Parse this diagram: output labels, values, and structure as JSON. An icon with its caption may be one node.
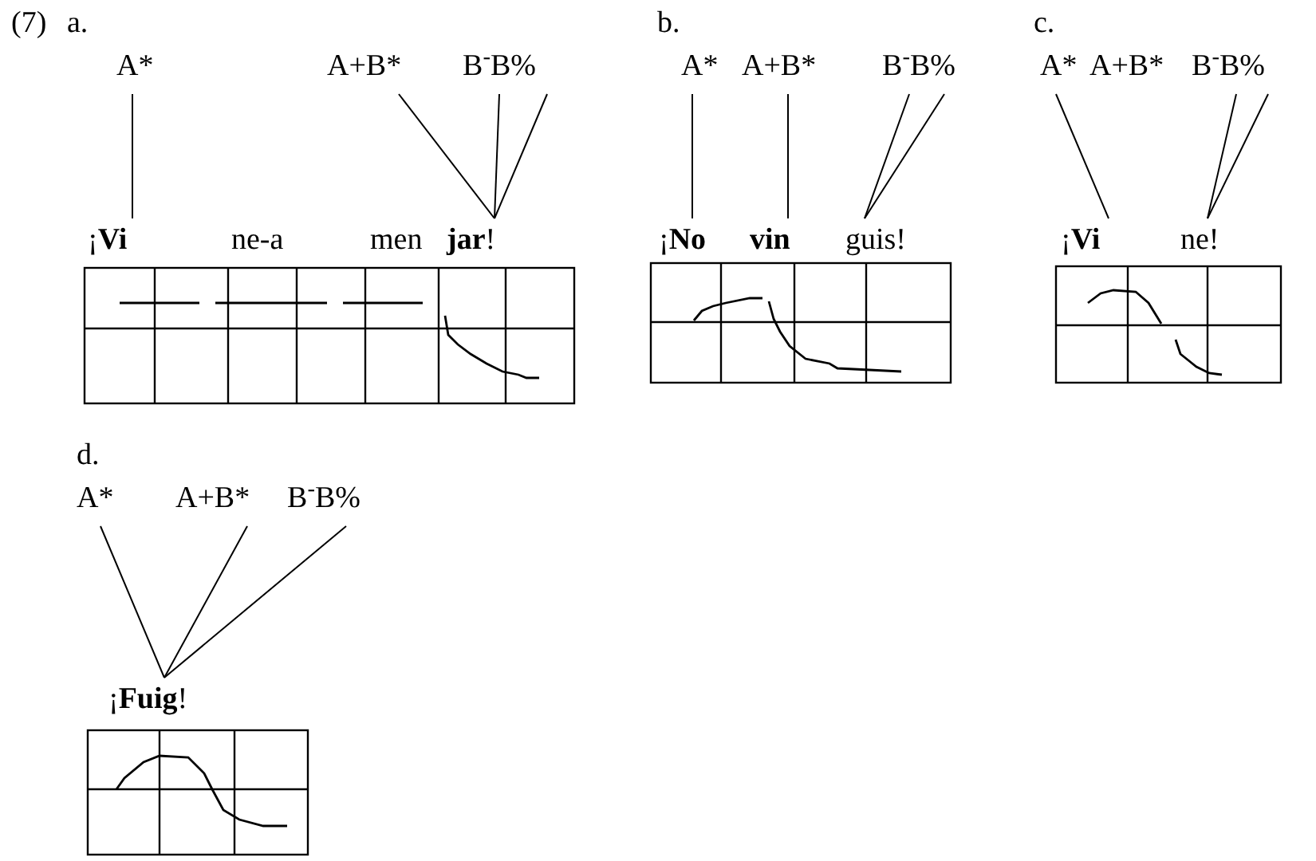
{
  "diagram": {
    "nodes": [
      {
        "text": [
          "A*"
        ]
      },
      {
        "text": [
          "A+B*"
        ]
      },
      {
        "text": [
          "B$^{-}$B%"
        ]
      },
      {
        "text": [
          "¡**Vi**"
        ]
      },
      {
        "text": [
          "ne-a"
        ]
      },
      {
        "text": [
          "men"
        ]
      },
      {
        "text": [
          "**jar**!"
        ]
      },
      {
        "text": [
          "A*"
        ]
      },
      {
        "text": [
          "A+B*"
        ]
      },
      {
        "text": [
          "B$^{-}$B%"
        ]
      },
      {
        "text": [
          "¡**No**"
        ]
      },
      {
        "text": [
          "**vin**"
        ]
      },
      {
        "text": [
          "guis!"
        ]
      },
      {
        "text": [
          "A*"
        ]
      },
      {
        "text": [
          "A+B*"
        ]
      },
      {
        "text": [
          "B$^{-}$B%"
        ]
      },
      {
        "text": [
          "¡**Vi**"
        ]
      },
      {
        "text": [
          "ne!"
        ]
      },
      {
        "text": [
          "A*"
        ]
      },
      {
        "text": [
          "A+B*"
        ]
      },
      {
        "text": [
          "B$^{-}$B%"
        ]
      },
      {
        "text": [
          "¡**Fuig**!"
        ]
      }
    ],
    "edges": [
      {
        "from": 0,
        "to": 3,
        "arrow": "none"
      },
      {
        "from": 1,
        "to": 6,
        "arrow": "none"
      },
      {
        "from": 2,
        "to": 6,
        "arrow": "none"
      },
      {
        "from": 2,
        "to": 6,
        "arrow": "none"
      },
      {
        "from": 7,
        "to": 10,
        "arrow": "none"
      },
      {
        "from": 8,
        "to": 11,
        "arrow": "none"
      },
      {
        "from": 9,
        "to": 12,
        "arrow": "none"
      },
      {
        "from": 9,
        "to": 12,
        "arrow": "none"
      },
      {
        "from": 13,
        "to": 16,
        "arrow": "none"
      },
      {
        "from": 15,
        "to": 17,
        "arrow": "none"
      },
      {
        "from": 15,
        "to": 17,
        "arrow": "none"
      },
      {
        "from": 18,
        "to": 21,
        "arrow": "none"
      },
      {
        "from": 19,
        "to": 21,
        "arrow": "none"
      },
      {
        "from": 20,
        "to": 21,
        "arrow": "none"
      }
    ],
    "labels": [
      "(7)",
      "a.",
      "b.",
      "c.",
      "d."
    ]
  }
}
